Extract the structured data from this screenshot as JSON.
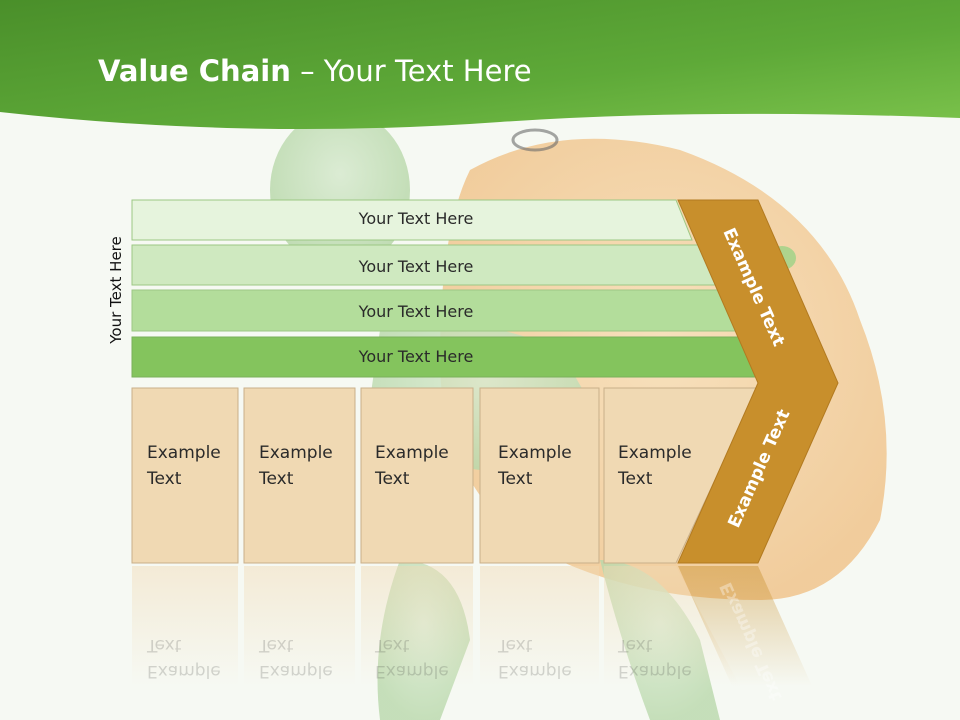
{
  "slide": {
    "title_bold": "Value Chain",
    "title_rest": " – Your Text Here"
  },
  "side_label": "Your Text Here",
  "rows": [
    {
      "label": "Your Text Here"
    },
    {
      "label": "Your Text Here"
    },
    {
      "label": "Your Text Here"
    },
    {
      "label": "Your Text Here"
    }
  ],
  "columns": [
    {
      "line1": "Example",
      "line2": "Text"
    },
    {
      "line1": "Example",
      "line2": "Text"
    },
    {
      "line1": "Example",
      "line2": "Text"
    },
    {
      "line1": "Example",
      "line2": "Text"
    },
    {
      "line1": "Example",
      "line2": "Text"
    }
  ],
  "chevron": {
    "upper_label": "Example Text",
    "lower_label": "Example Text"
  },
  "colors": {
    "header_green": "#5aa832",
    "row1": "#e6f4dd",
    "row2": "#cfe9c0",
    "row3": "#b3dd9b",
    "row4": "#84c45d",
    "cell": "#f0d9b3",
    "chevron": "#c88f2c"
  }
}
